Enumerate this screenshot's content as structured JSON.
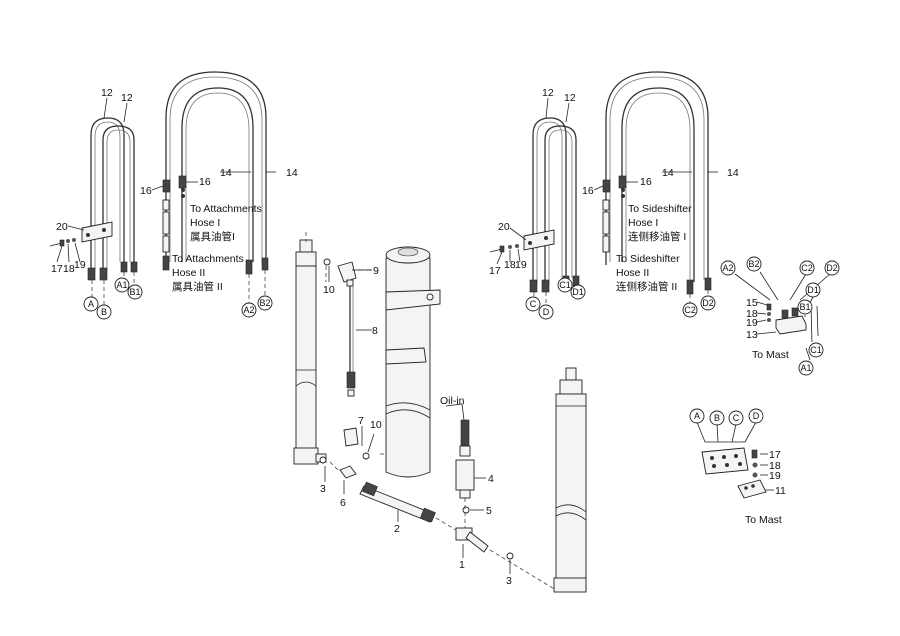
{
  "labels": {
    "l_12a": "12",
    "l_12b": "12",
    "l_16a": "16",
    "l_16b": "16",
    "l_14a": "14",
    "l_14b": "14",
    "l_20": "20",
    "l_17": "17",
    "l_18": "18",
    "l_19": "19",
    "r_12a": "12",
    "r_12b": "12",
    "r_16a": "16",
    "r_16b": "16",
    "r_14a": "14",
    "r_14b": "14",
    "r_20": "20",
    "r_17": "17",
    "r_18": "18",
    "r_19": "19",
    "m_9": "9",
    "m_10a": "10",
    "m_8": "8",
    "m_7": "7",
    "m_10b": "10",
    "m_3a": "3",
    "m_6": "6",
    "m_2": "2",
    "m_4": "4",
    "m_5": "5",
    "m_1": "1",
    "m_3b": "3",
    "v_15": "15",
    "v_18": "18",
    "v_19": "19",
    "v_13": "13",
    "w_17": "17",
    "w_18": "18",
    "w_19": "19",
    "w_11": "11"
  },
  "circles": {
    "A": "A",
    "B": "B",
    "A1": "A1",
    "B1": "B1",
    "A2": "A2",
    "B2": "B2",
    "C": "C",
    "D": "D",
    "C1": "C1",
    "D1": "D1",
    "C2": "C2",
    "D2": "D2",
    "vA2": "A2",
    "vB2": "B2",
    "vC2": "C2",
    "vD2": "D2",
    "vD1": "D1",
    "vB1": "B1",
    "vC1": "C1",
    "vA1": "A1",
    "wA": "A",
    "wB": "B",
    "wC": "C",
    "wD": "D"
  },
  "texts": {
    "att_hose1": "To Attachments",
    "att_hose1b": "Hose I",
    "att_hose1c": "属具油管I",
    "att_hose2": "To Attachments",
    "att_hose2b": "Hose II",
    "att_hose2c": "属具油管 II",
    "ss_hose1": "To Sideshifter",
    "ss_hose1b": "Hose I",
    "ss_hose1c": "连侧移油管 I",
    "ss_hose2": "To Sideshifter",
    "ss_hose2b": "Hose II",
    "ss_hose2c": "连侧移油管 II",
    "oil_in": "Oil-in",
    "to_mast_1": "To Mast",
    "to_mast_2": "To Mast"
  }
}
